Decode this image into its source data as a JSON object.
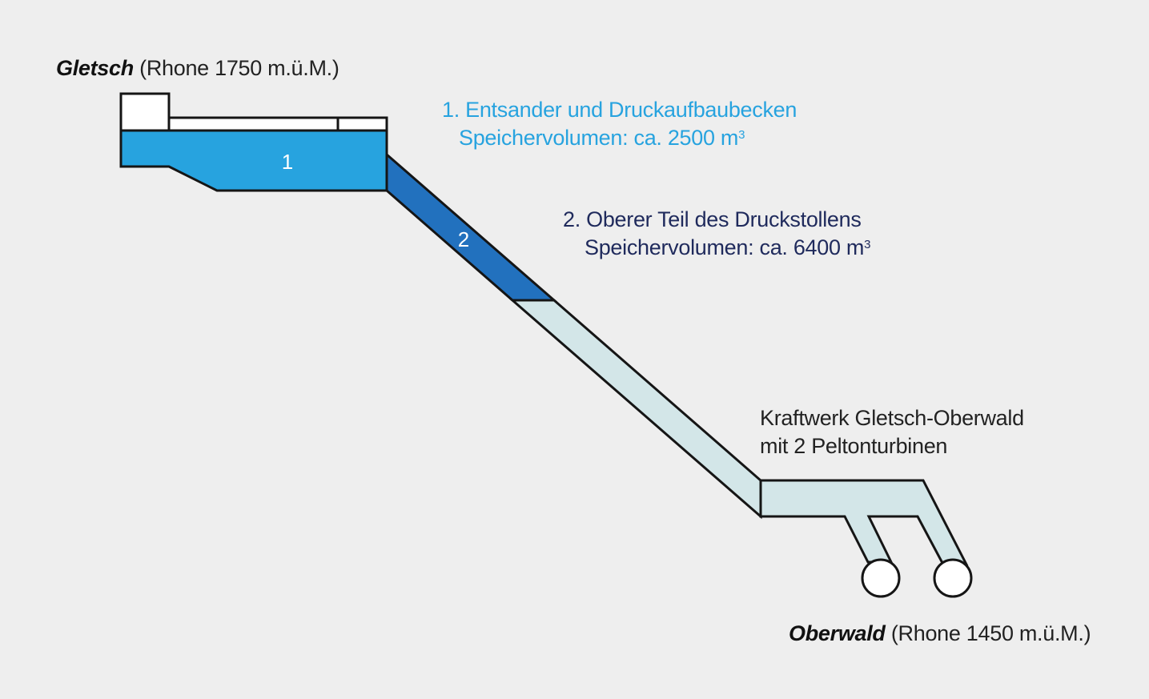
{
  "colors": {
    "background": "#eeeeee",
    "basin": "#27a3df",
    "upper_tunnel": "#2271be",
    "lower_tunnel": "#d3e6e8",
    "label_1": "#27a3df",
    "label_2": "#1f2a5c"
  },
  "top_location": {
    "name": "Gletsch",
    "detail": "(Rhone 1750 m.ü.M.)"
  },
  "bottom_location": {
    "name": "Oberwald",
    "detail": "(Rhone 1450 m.ü.M.)"
  },
  "section_1": {
    "marker": "1",
    "title": "1. Entsander und Druckaufbaubecken",
    "volume": "Speichervolumen: ca. 2500 m",
    "unit_exp": "3"
  },
  "section_2": {
    "marker": "2",
    "title": "2. Oberer Teil des Druckstollens",
    "volume": "Speichervolumen: ca. 6400 m",
    "unit_exp": "3"
  },
  "powerplant": {
    "line1": "Kraftwerk Gletsch-Oberwald",
    "line2": "mit 2 Peltonturbinen"
  }
}
